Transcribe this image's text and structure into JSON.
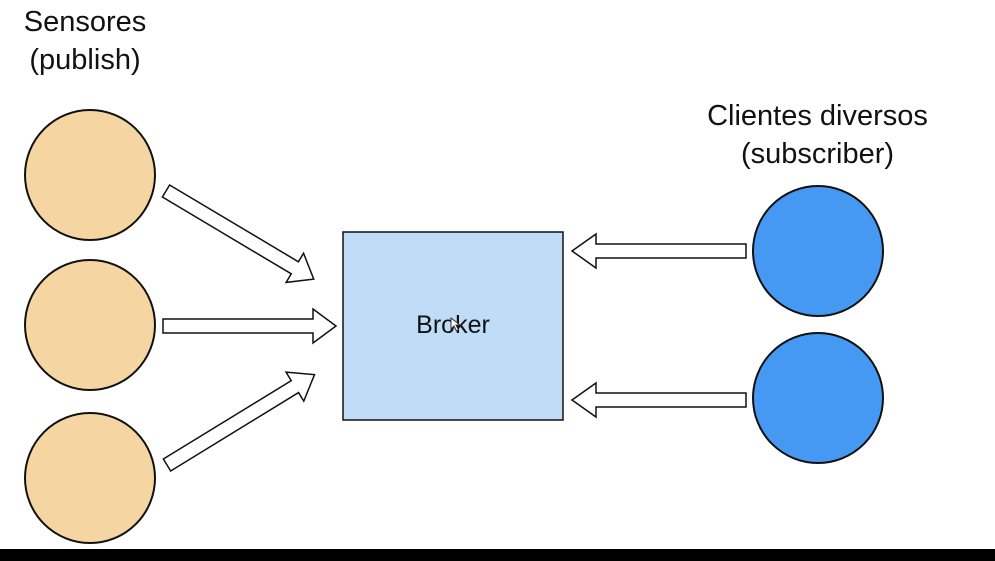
{
  "publishers": {
    "title_line1": "Sensores",
    "title_line2": "(publish)",
    "count": 3,
    "color": "#F5D6A3"
  },
  "subscribers": {
    "title_line1": "Clientes diversos",
    "title_line2": "(subscriber)",
    "count": 2,
    "color": "#4599F2"
  },
  "broker": {
    "label": "Broker",
    "color": "#BFDDF7"
  },
  "colors": {
    "stroke": "#111111",
    "arrow_fill": "#FFFFFF"
  },
  "icons": {
    "cursor": "mouse-cursor-icon"
  }
}
